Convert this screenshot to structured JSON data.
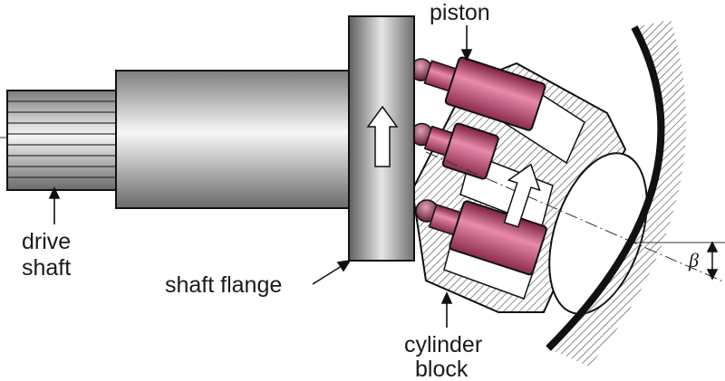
{
  "labels": {
    "piston": "piston",
    "drive_shaft_line1": "drive",
    "drive_shaft_line2": "shaft",
    "shaft_flange": "shaft flange",
    "cylinder_block_line1": "cylinder",
    "cylinder_block_line2": "block",
    "angle_symbol": "β"
  },
  "colors": {
    "piston": "#c8456f",
    "metal_dark": "#6e6e6e",
    "metal_light": "#f4f4f4",
    "outline": "#111111",
    "hatch": "#444444"
  }
}
